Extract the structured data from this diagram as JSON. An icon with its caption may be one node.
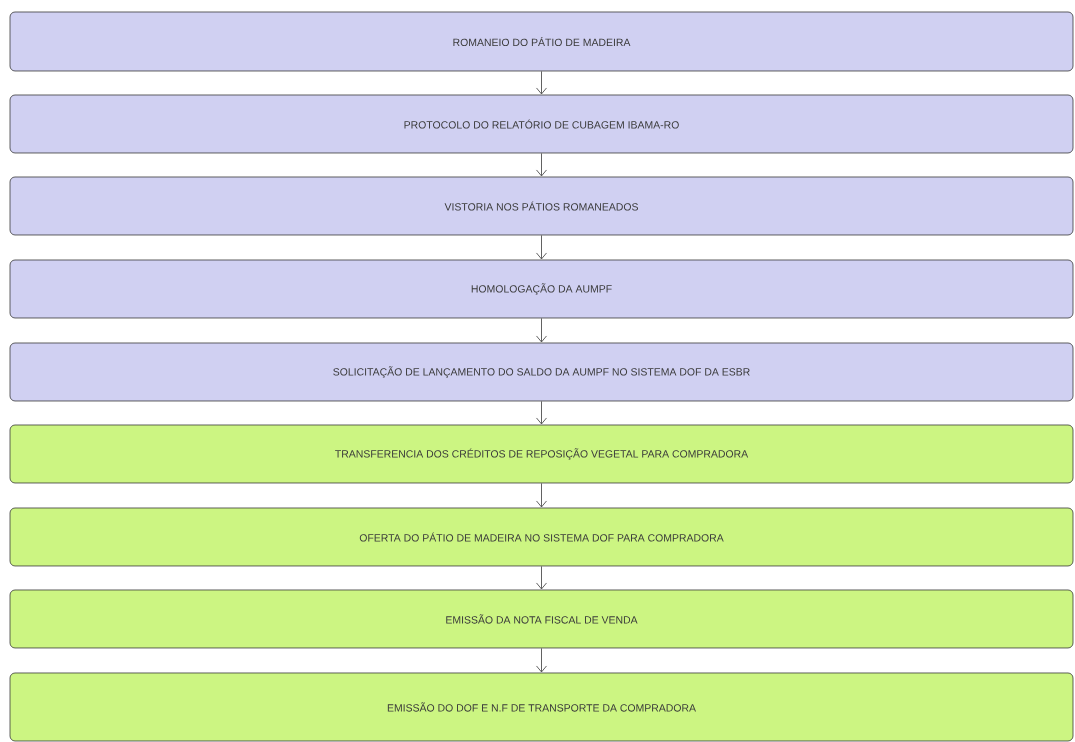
{
  "diagram": {
    "nodes": [
      {
        "text": [
          "ROMANEIO DO PÁTIO DE MADEIRA"
        ]
      },
      {
        "text": [
          "PROTOCOLO DO RELATÓRIO DE CUBAGEM IBAMA-RO"
        ]
      },
      {
        "text": [
          "VISTORIA NOS PÁTIOS ROMANEADOS"
        ]
      },
      {
        "text": [
          "HOMOLOGAÇÃO DA AUMPF"
        ]
      },
      {
        "text": [
          "SOLICITAÇÃO DE LANÇAMENTO DO SALDO DA AUMPF NO SISTEMA DOF DA ESBR"
        ]
      },
      {
        "text": [
          "TRANSFERENCIA DOS CRÉDITOS DE REPOSIÇÃO VEGETAL PARA COMPRADORA"
        ]
      },
      {
        "text": [
          "OFERTA DO PÁTIO DE MADEIRA NO SISTEMA DOF PARA COMPRADORA"
        ]
      },
      {
        "text": [
          "EMISSÃO DA NOTA FISCAL DE VENDA"
        ]
      },
      {
        "text": [
          "EMISSÃO DO DOF E N.F DE TRANSPORTE DA COMPRADORA"
        ]
      }
    ],
    "edges": [
      {
        "from": 0,
        "to": 1,
        "arrow": "to"
      },
      {
        "from": 1,
        "to": 2,
        "arrow": "to"
      },
      {
        "from": 2,
        "to": 3,
        "arrow": "to"
      },
      {
        "from": 3,
        "to": 4,
        "arrow": "to"
      },
      {
        "from": 4,
        "to": 5,
        "arrow": "to"
      },
      {
        "from": 5,
        "to": 6,
        "arrow": "to"
      },
      {
        "from": 6,
        "to": 7,
        "arrow": "to"
      },
      {
        "from": 7,
        "to": 8,
        "arrow": "to"
      }
    ]
  }
}
